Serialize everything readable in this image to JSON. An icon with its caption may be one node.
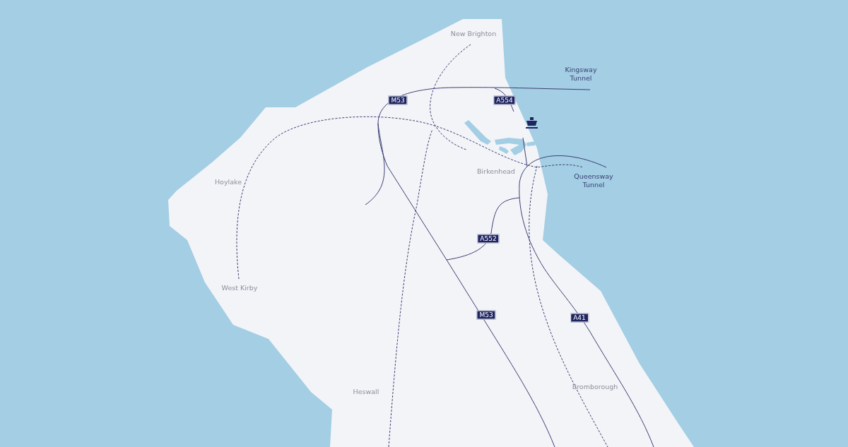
{
  "diagram": {
    "nodes": [
      {
        "text": [
          "M53"
        ]
      },
      {
        "text": [
          "A554"
        ]
      },
      {
        "text": [
          "A552"
        ]
      },
      {
        "text": [
          "M53"
        ]
      },
      {
        "text": [
          "A41"
        ]
      }
    ],
    "labels": [
      "New Brighton",
      "Kingsway Tunnel",
      "Birkenhead",
      "Hoylake",
      "Queensway Tunnel",
      "West Kirby",
      "Heswall",
      "Bromborough"
    ]
  }
}
